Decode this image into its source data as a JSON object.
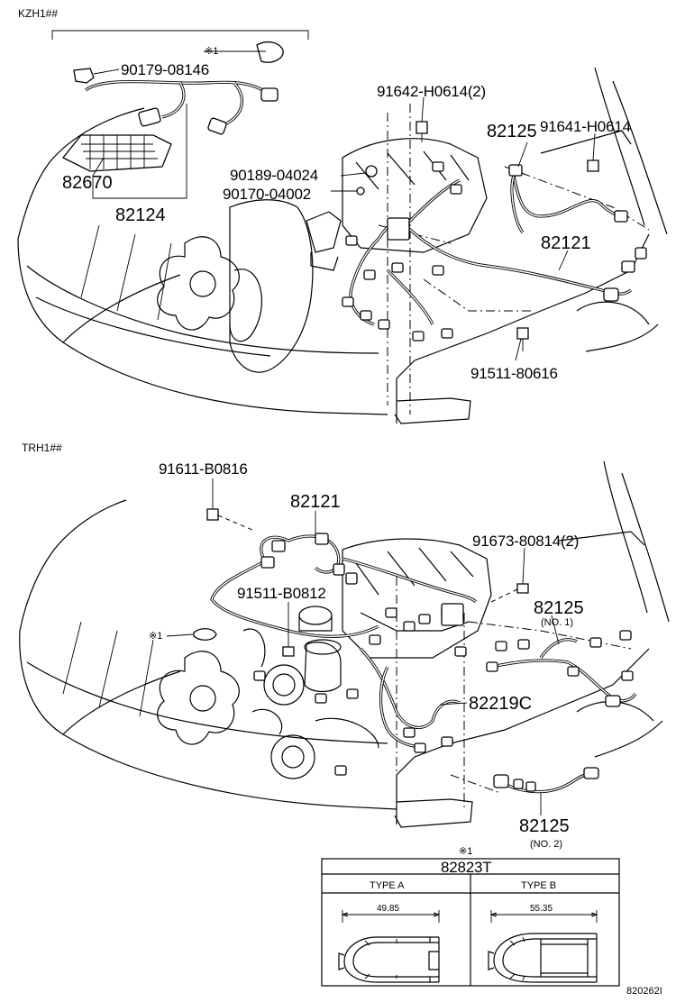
{
  "sections": {
    "top": {
      "title": "KZH1##",
      "labels": {
        "note1_top": "※1",
        "p90179": "90179-08146",
        "p91642": "91642-H0614(2)",
        "p82125": "82125",
        "p91641": "91641-H0614",
        "p90189": "90189-04024",
        "p90170": "90170-04002",
        "p82670": "82670",
        "p82124": "82124",
        "p82121": "82121",
        "p91511": "91511-80616"
      }
    },
    "bottom": {
      "title": "TRH1##",
      "labels": {
        "p91611": "91611-B0816",
        "p82121": "82121",
        "p91673": "91673-80814(2)",
        "p91511": "91511-B0812",
        "p82125_no1": "82125",
        "no1": "(NO. 1)",
        "note1": "※1",
        "p82219c": "82219C",
        "p82125_no2": "82125",
        "no2": "(NO. 2)"
      }
    }
  },
  "inset": {
    "note": "※1",
    "part": "82823T",
    "type_a": {
      "label": "TYPE A",
      "dimension": "49.85"
    },
    "type_b": {
      "label": "TYPE B",
      "dimension": "55.35"
    }
  },
  "figure_id": "820262I"
}
